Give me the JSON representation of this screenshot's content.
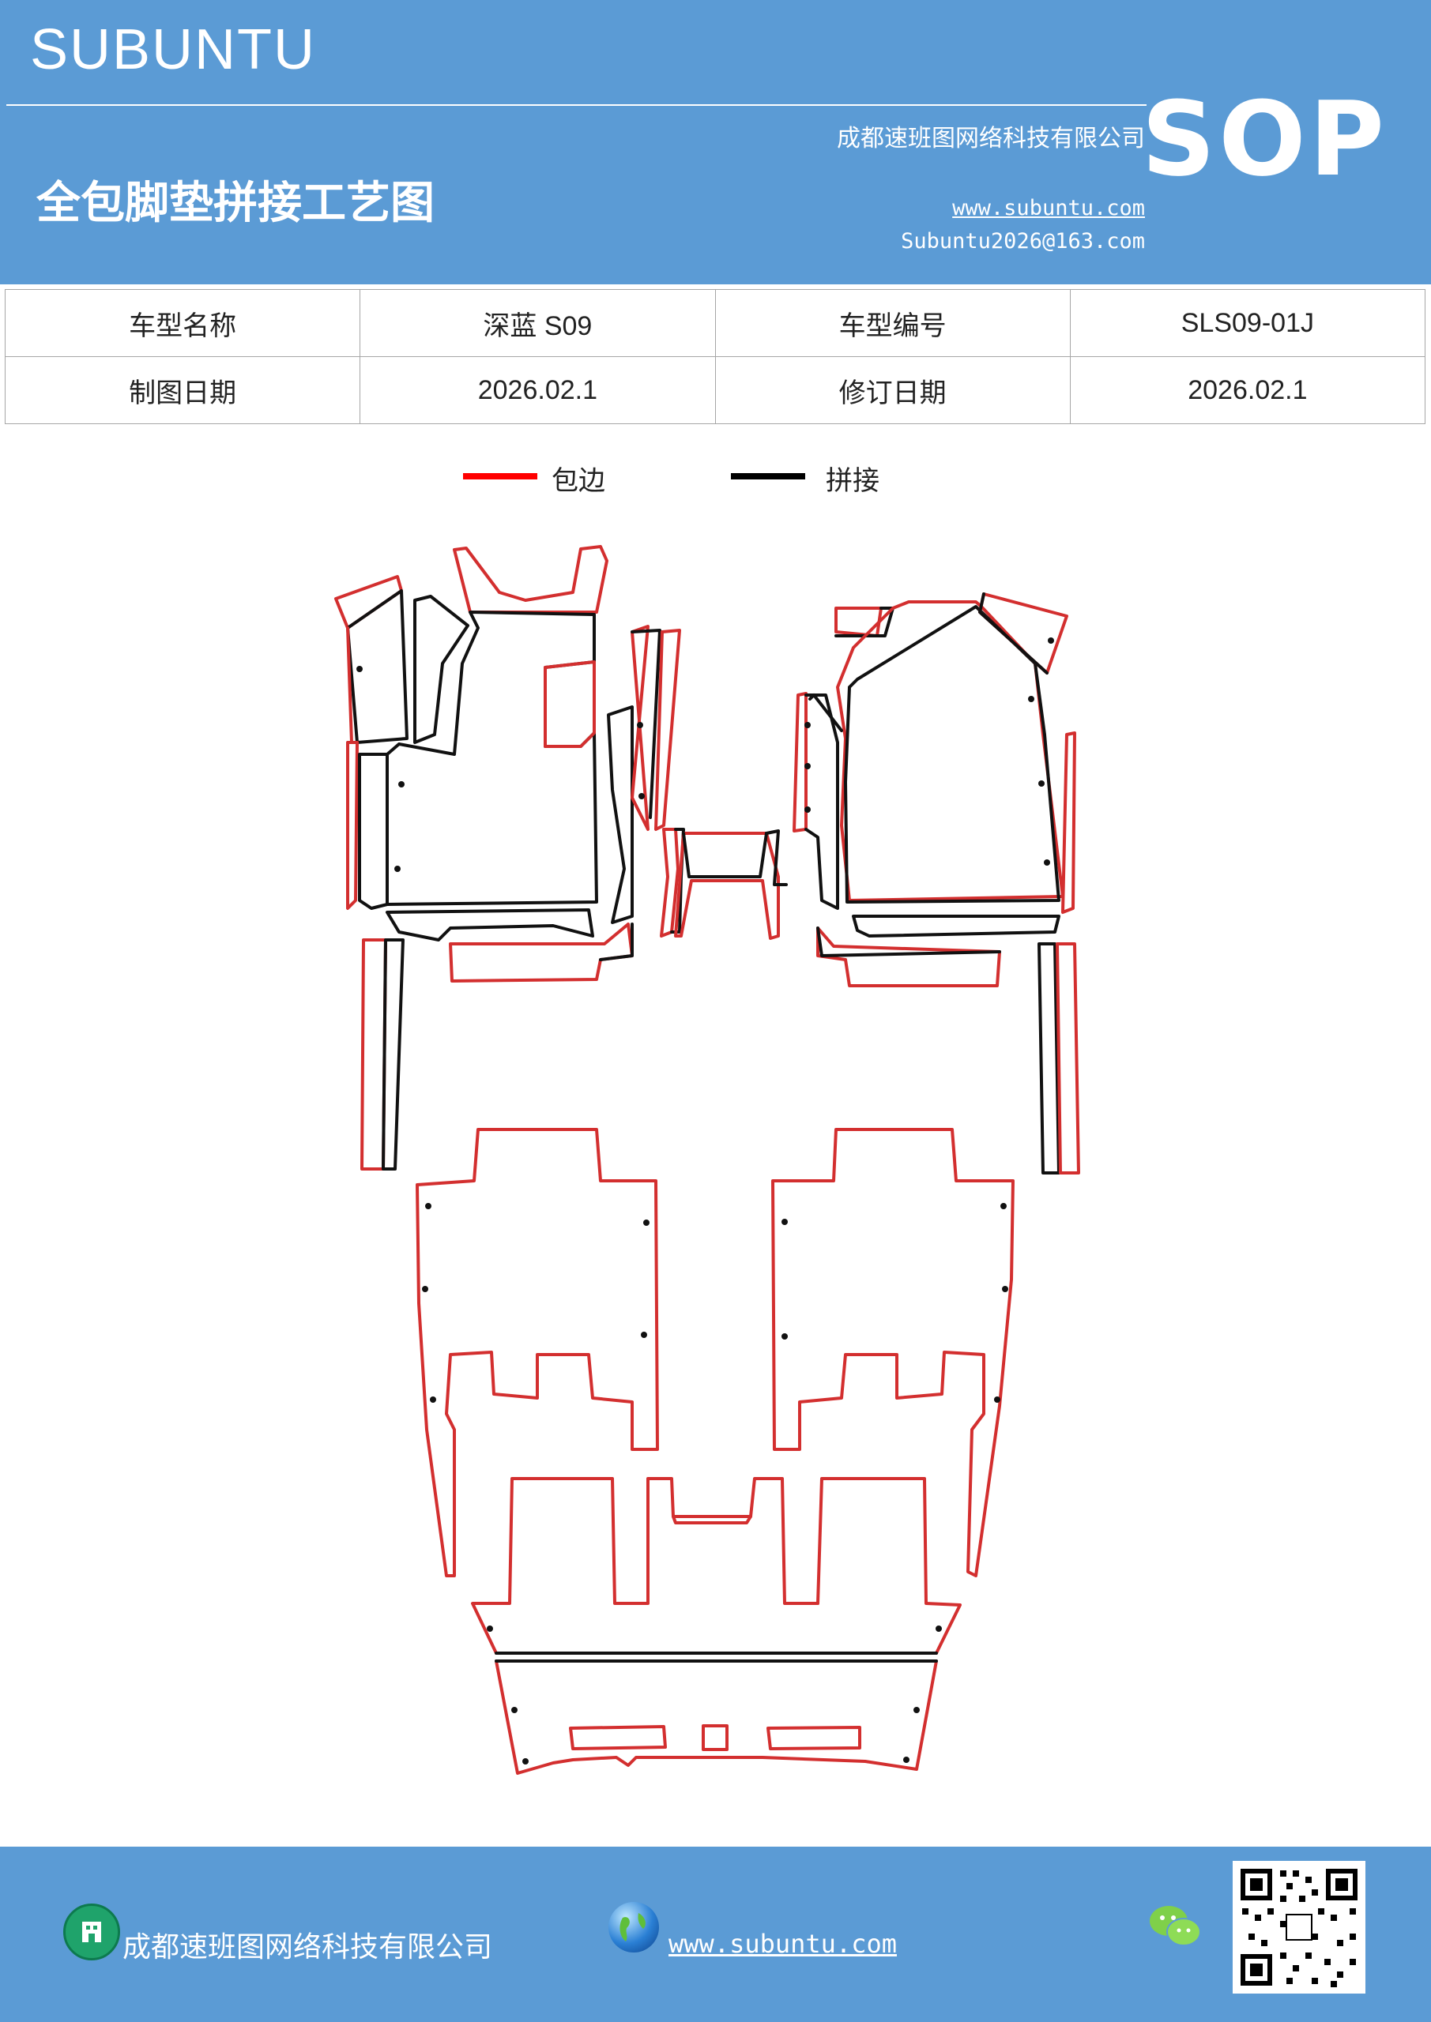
{
  "header": {
    "brand": "SUBUNTU",
    "company": "成都速班图网络科技有限公司",
    "title": "全包脚垫拼接工艺图",
    "website": "www.subuntu.com",
    "email": "Subuntu2026@163.com",
    "badge": "SOP",
    "background_color": "#5b9bd5"
  },
  "info_table": {
    "rows": [
      [
        {
          "label": "车型名称",
          "value": "深蓝 S09"
        },
        {
          "label": "车型编号",
          "value": "SLS09-01J"
        }
      ],
      [
        {
          "label": "制图日期",
          "value": "2026.02.1"
        },
        {
          "label": "修订日期",
          "value": "2026.02.1"
        }
      ]
    ]
  },
  "legend": {
    "items": [
      {
        "label": "包边",
        "color": "#ff0000"
      },
      {
        "label": "拼接",
        "color": "#000000"
      }
    ]
  },
  "diagram": {
    "edge_color": "#d32f2f",
    "seam_color": "#111111"
  },
  "footer": {
    "company": "成都速班图网络科技有限公司",
    "website": "www.subuntu.com",
    "icons": [
      "building-icon",
      "globe-icon",
      "wechat-icon",
      "qr-code"
    ]
  }
}
